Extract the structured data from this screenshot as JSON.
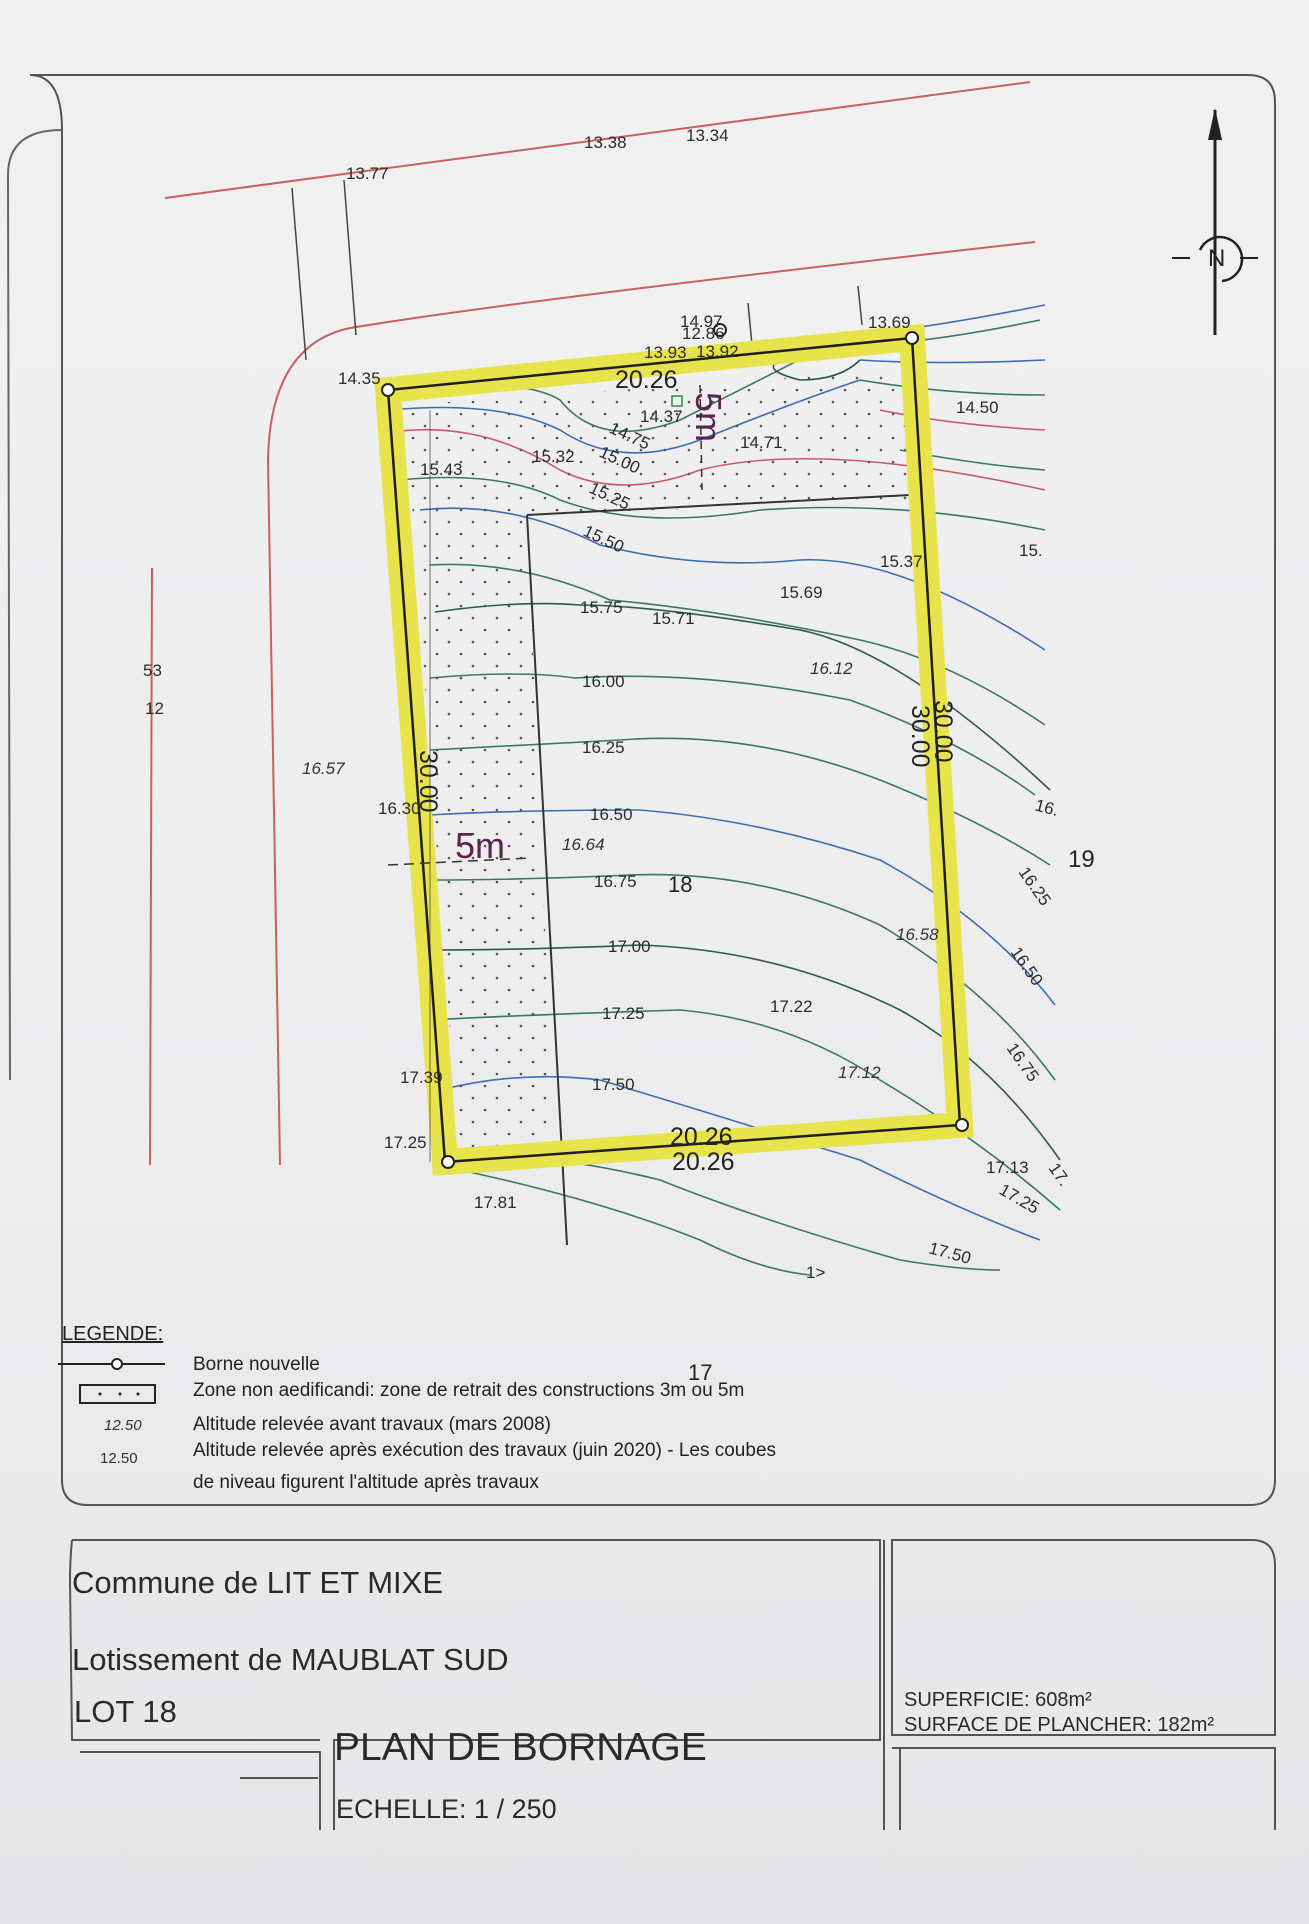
{
  "north_label": "N",
  "map": {
    "dims": {
      "north": "20.26",
      "south_1": "20.26",
      "south_2": "20.26",
      "west": "30.00",
      "east_1": "30.00",
      "east_2": "30.00"
    },
    "setbacks": {
      "west": "5m",
      "north": "5m"
    },
    "alt": {
      "a1377": "13.77",
      "a1338": "13.38",
      "a1334": "13.34",
      "a1369": "13.69",
      "a1435": "14.35",
      "a1497": "14.97",
      "a1286": "12.86",
      "a1393": "13.93",
      "a1392": "13.92",
      "a1437": "14.37",
      "a1471": "14.71",
      "a1450": "14.50",
      "a1543": "15.43",
      "a1532": "15.32",
      "a1537": "15.37",
      "a15": "15.",
      "a1571": "15.71",
      "a1569": "15.69",
      "a1630": "16.30",
      "a1722": "17.22",
      "a1739": "17.39",
      "a1725a": "17.25",
      "a1781": "17.81",
      "a1713": "17.13",
      "a53": "53",
      "a12": "12"
    },
    "alt_before": {
      "a1657": "16.57",
      "a1612": "16.12",
      "a1664": "16.64",
      "a1658": "16.58",
      "a1712": "17.12"
    },
    "contours": {
      "c1475": "14.75",
      "c1500": "15.00",
      "c1525": "15.25",
      "c1550": "15.50",
      "c1575": "15.75",
      "c1600": "16.00",
      "c1625": "16.25",
      "c1650": "16.50",
      "c1675": "16.75",
      "c1700": "17.00",
      "c1725": "17.25",
      "c1750": "17.50",
      "c16": "16.",
      "c1625b": "16.25",
      "c1650b": "16.50",
      "c1675b": "16.75",
      "c1725b": "17.25",
      "c1750b": "17.50",
      "c17": "17.",
      "c1": "1>"
    },
    "lots": {
      "lot18": "18",
      "lot19": "19",
      "lot17": "17"
    }
  },
  "legend": {
    "title": "LEGENDE:",
    "items": [
      "Borne nouvelle",
      "Zone non aedificandi: zone de retrait des constructions 3m ou 5m",
      "Altitude relevée avant travaux (mars 2008)",
      "Altitude relevée après exécution des travaux (juin 2020) - Les coubes",
      "de niveau figurent l'altitude après travaux"
    ],
    "sample_before": "12.50",
    "sample_after": "12.50"
  },
  "title_block": {
    "commune": "Commune de LIT ET MIXE",
    "lotissement": "Lotissement de MAUBLAT SUD",
    "lot": "LOT 18",
    "title": "PLAN DE BORNAGE",
    "scale": "ECHELLE: 1 / 250",
    "superficie": "SUPERFICIE: 608m²",
    "surface_plancher": "SURFACE DE PLANCHER: 182m²"
  }
}
